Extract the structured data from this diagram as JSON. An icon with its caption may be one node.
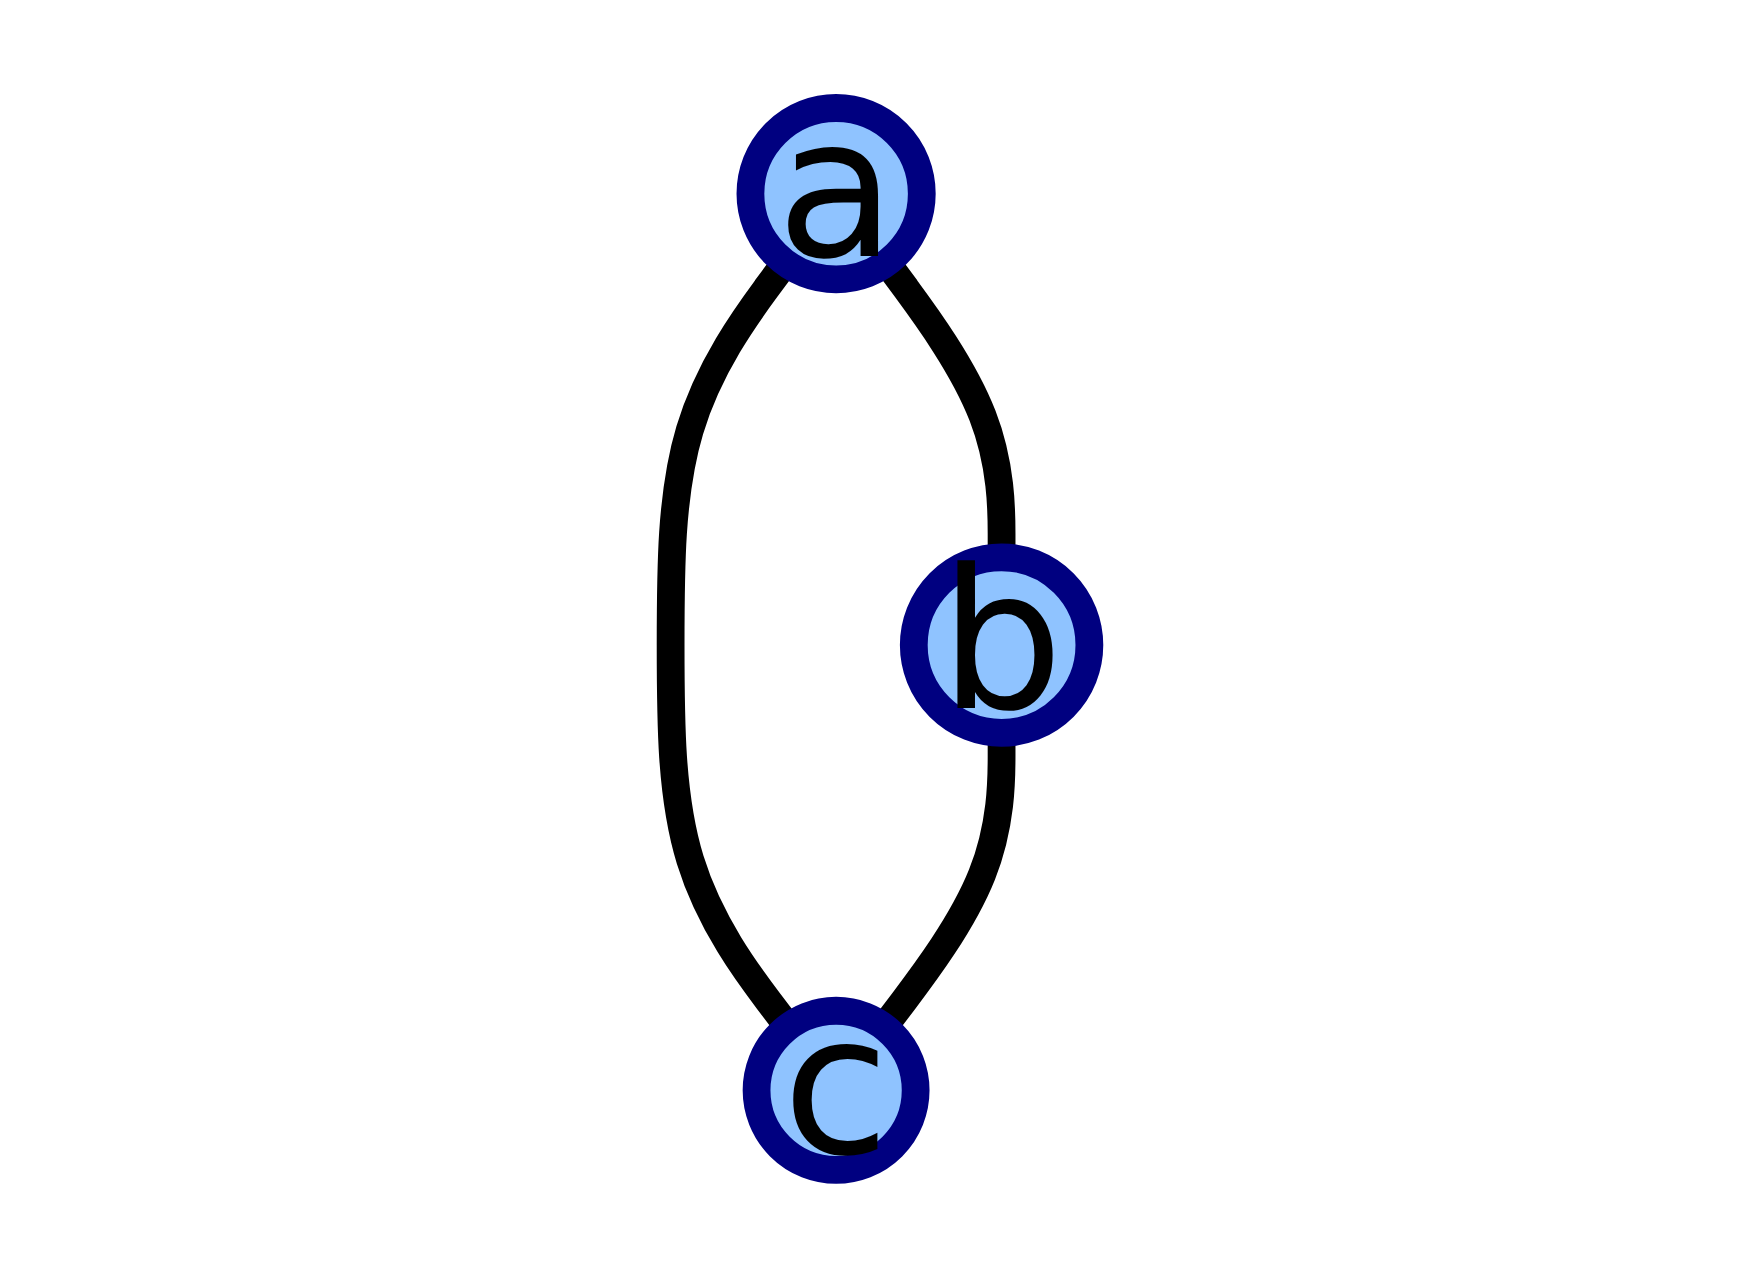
{
  "diagram": {
    "nodes": [
      {
        "text": [
          "a"
        ]
      },
      {
        "text": [
          "b"
        ]
      },
      {
        "text": [
          "c"
        ]
      }
    ],
    "edges": [
      {
        "from": 0,
        "to": 1,
        "arrow": "none"
      },
      {
        "from": 0,
        "to": 2,
        "arrow": "none"
      },
      {
        "from": 1,
        "to": 2,
        "arrow": "none"
      }
    ]
  }
}
